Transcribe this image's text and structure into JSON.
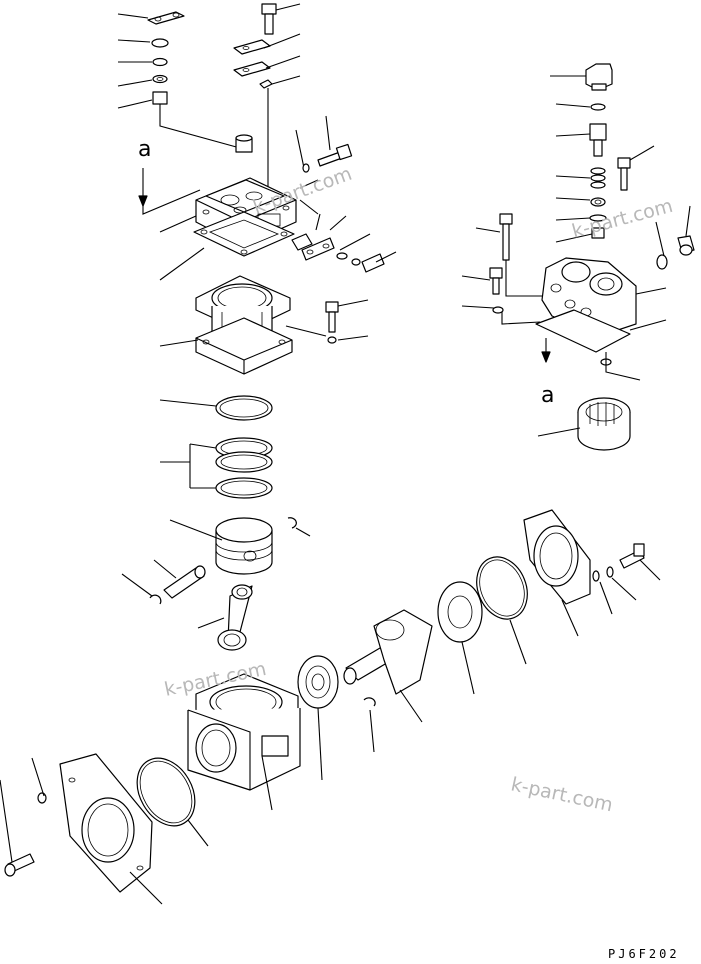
{
  "diagram": {
    "reference_marks": [
      "a",
      "a"
    ],
    "watermarks": [
      "k-part.com",
      "k-part.com",
      "k-part.com"
    ],
    "drawing_code": "PJ6F202"
  },
  "colors": {
    "line": "#000000",
    "background": "#ffffff",
    "watermark": "#b8b8b8"
  }
}
